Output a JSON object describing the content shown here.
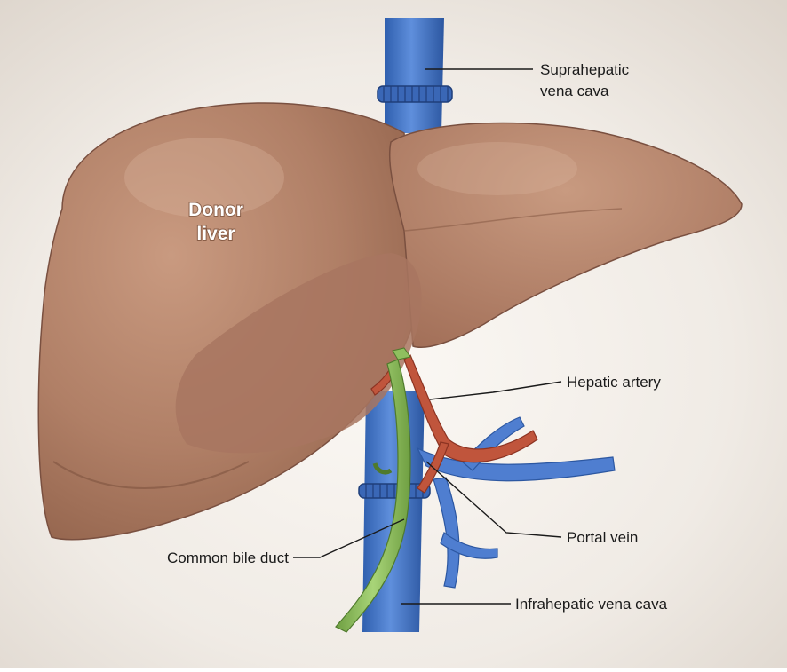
{
  "diagram": {
    "organ_label": [
      "Donor",
      "liver"
    ],
    "labels": {
      "suprahepatic_vena_cava": [
        "Suprahepatic",
        "vena cava"
      ],
      "hepatic_artery": "Hepatic artery",
      "portal_vein": "Portal vein",
      "common_bile_duct": "Common bile duct",
      "infrahepatic_vena_cava": "Infrahepatic vena cava"
    },
    "colors": {
      "background": "#ece6df",
      "liver": "#b07f66",
      "liver_highlight": "#d9b59f",
      "vena_cava": "#4a78c6",
      "portal_vein": "#4f7ed0",
      "hepatic_artery": "#c0553c",
      "bile_duct": "#8fbf5f"
    }
  }
}
